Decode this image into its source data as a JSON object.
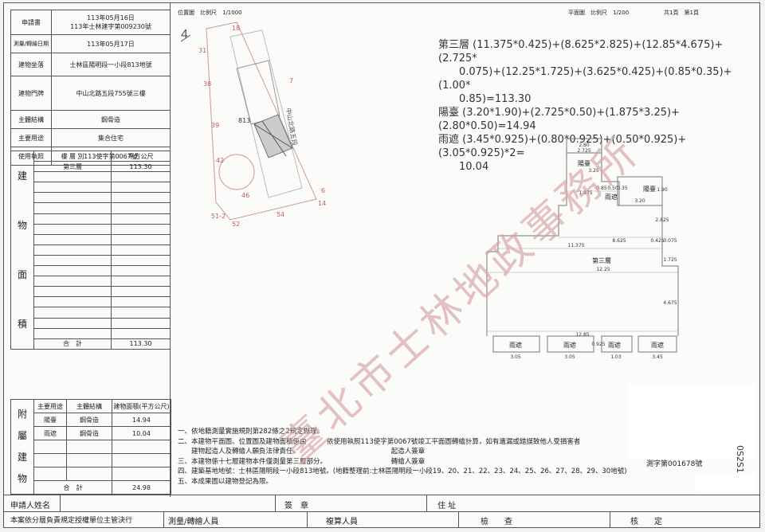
{
  "meta_rows": [
    {
      "key": "申請書",
      "value": "113年05月16日\n113年士林建字第009230號"
    },
    {
      "key": "測量/轉繪日期",
      "value": "113年05月17日"
    },
    {
      "key": "建物坐落",
      "value": "士林區陽明段一小段813地號"
    },
    {
      "key": "建物門牌",
      "value": "中山北路五段755號三樓"
    },
    {
      "key": "主體結構",
      "value": "鋼骨造"
    },
    {
      "key": "主要用途",
      "value": "集合住宅"
    },
    {
      "key": "使用執照",
      "value": "113使字第0067號"
    }
  ],
  "area_table": {
    "header_floor": "樓 層 別",
    "header_area": "平方公尺",
    "rows": [
      {
        "floor": "第三層",
        "area": "113.30"
      }
    ],
    "side_chars": [
      "建",
      "物",
      "面",
      "積"
    ],
    "total_label": "合　計",
    "total": "113.30"
  },
  "aux_table": {
    "side_chars": [
      "附",
      "屬",
      "建",
      "物"
    ],
    "headers": [
      "主要用途",
      "主體結構",
      "建物面積(平方公尺)"
    ],
    "rows": [
      {
        "use": "陽臺",
        "struct": "鋼骨造",
        "area": "14.94"
      },
      {
        "use": "雨遮",
        "struct": "鋼骨造",
        "area": "10.04"
      }
    ],
    "total_label": "合　計",
    "total": "24.98"
  },
  "location_plan": {
    "header": "位置圖　比例尺　1/1000",
    "street": "中山北路五段",
    "lot": "813",
    "numbers": [
      "18",
      "31",
      "7",
      "38",
      "39",
      "42",
      "6",
      "46",
      "14",
      "51-2",
      "54",
      "52"
    ]
  },
  "floor_plan": {
    "header": "平面圖　比例尺　1/200",
    "pages": "共1頁　第1頁",
    "floor_label": "第三層",
    "labels": [
      "陽臺",
      "陽臺",
      "雨遮",
      "雨遮",
      "雨遮",
      "雨遮",
      "雨遮"
    ],
    "dims": [
      "2.80",
      "2.725",
      "3.25",
      "1.875",
      "0.85",
      "0.50",
      "3.20",
      "1.90",
      "2.825",
      "11.375",
      "8.625",
      "0.425",
      "0.075",
      "1.725",
      "12.25",
      "4.675",
      "12.85",
      "3.05",
      "3.05",
      "1.03",
      "3.45",
      "0.35",
      "0.925"
    ]
  },
  "formula": [
    "第三層 (11.375*0.425)+(8.625*2.825)+(12.85*4.675)+(2.725*",
    "　　0.075)+(12.25*1.725)+(3.625*0.425)+(0.85*0.35)+(1.00*",
    "　　0.85)=113.30",
    "陽臺 (3.20*1.90)+(2.725*0.50)+(1.875*3.25)+(2.80*0.50)=14.94",
    "雨遮 (3.45*0.925)+(0.80*0.925)+(0.50*0.925)+(3.05*0.925)*2=",
    "　　10.04"
  ],
  "notes": [
    "一、依地籍測量實施規則第282條之2規定辦理。",
    "二、本建物平面圖、位置圖及建物面積係由　　　依使用執照113使字第0067號竣工平面圖轉繪計算，如有遺漏或錯誤致他人受損害者",
    "　　建物起造人及轉繪人願負法律責任。　　　　　　　　　　　　　　起造人簽章",
    "三、本建物係十七層建物本件僅測量第三層部分。　　　　　　　　　　轉繪人簽章",
    "四、建築基地地號：士林區陽明段一小段813地號。(地籍整理前:士林區陽明段一小段19、20、21、22、23、24、25、26、27、28、29、30地號)",
    "五、本成果圖以建物登記為限。"
  ],
  "cert_no": "測字第001678號",
  "footer": {
    "applicant": "申請人姓名",
    "seal": "簽　章",
    "address": "住 址",
    "note": "本案依分層負責規定授權單位主管決行",
    "surveyor": "測量/轉繪人員",
    "checker": "複算人員",
    "inspector": "檢　　查",
    "approver": "核　　定"
  },
  "watermark": "臺北市士林地政事務所",
  "side_stamp": "0S2S1"
}
